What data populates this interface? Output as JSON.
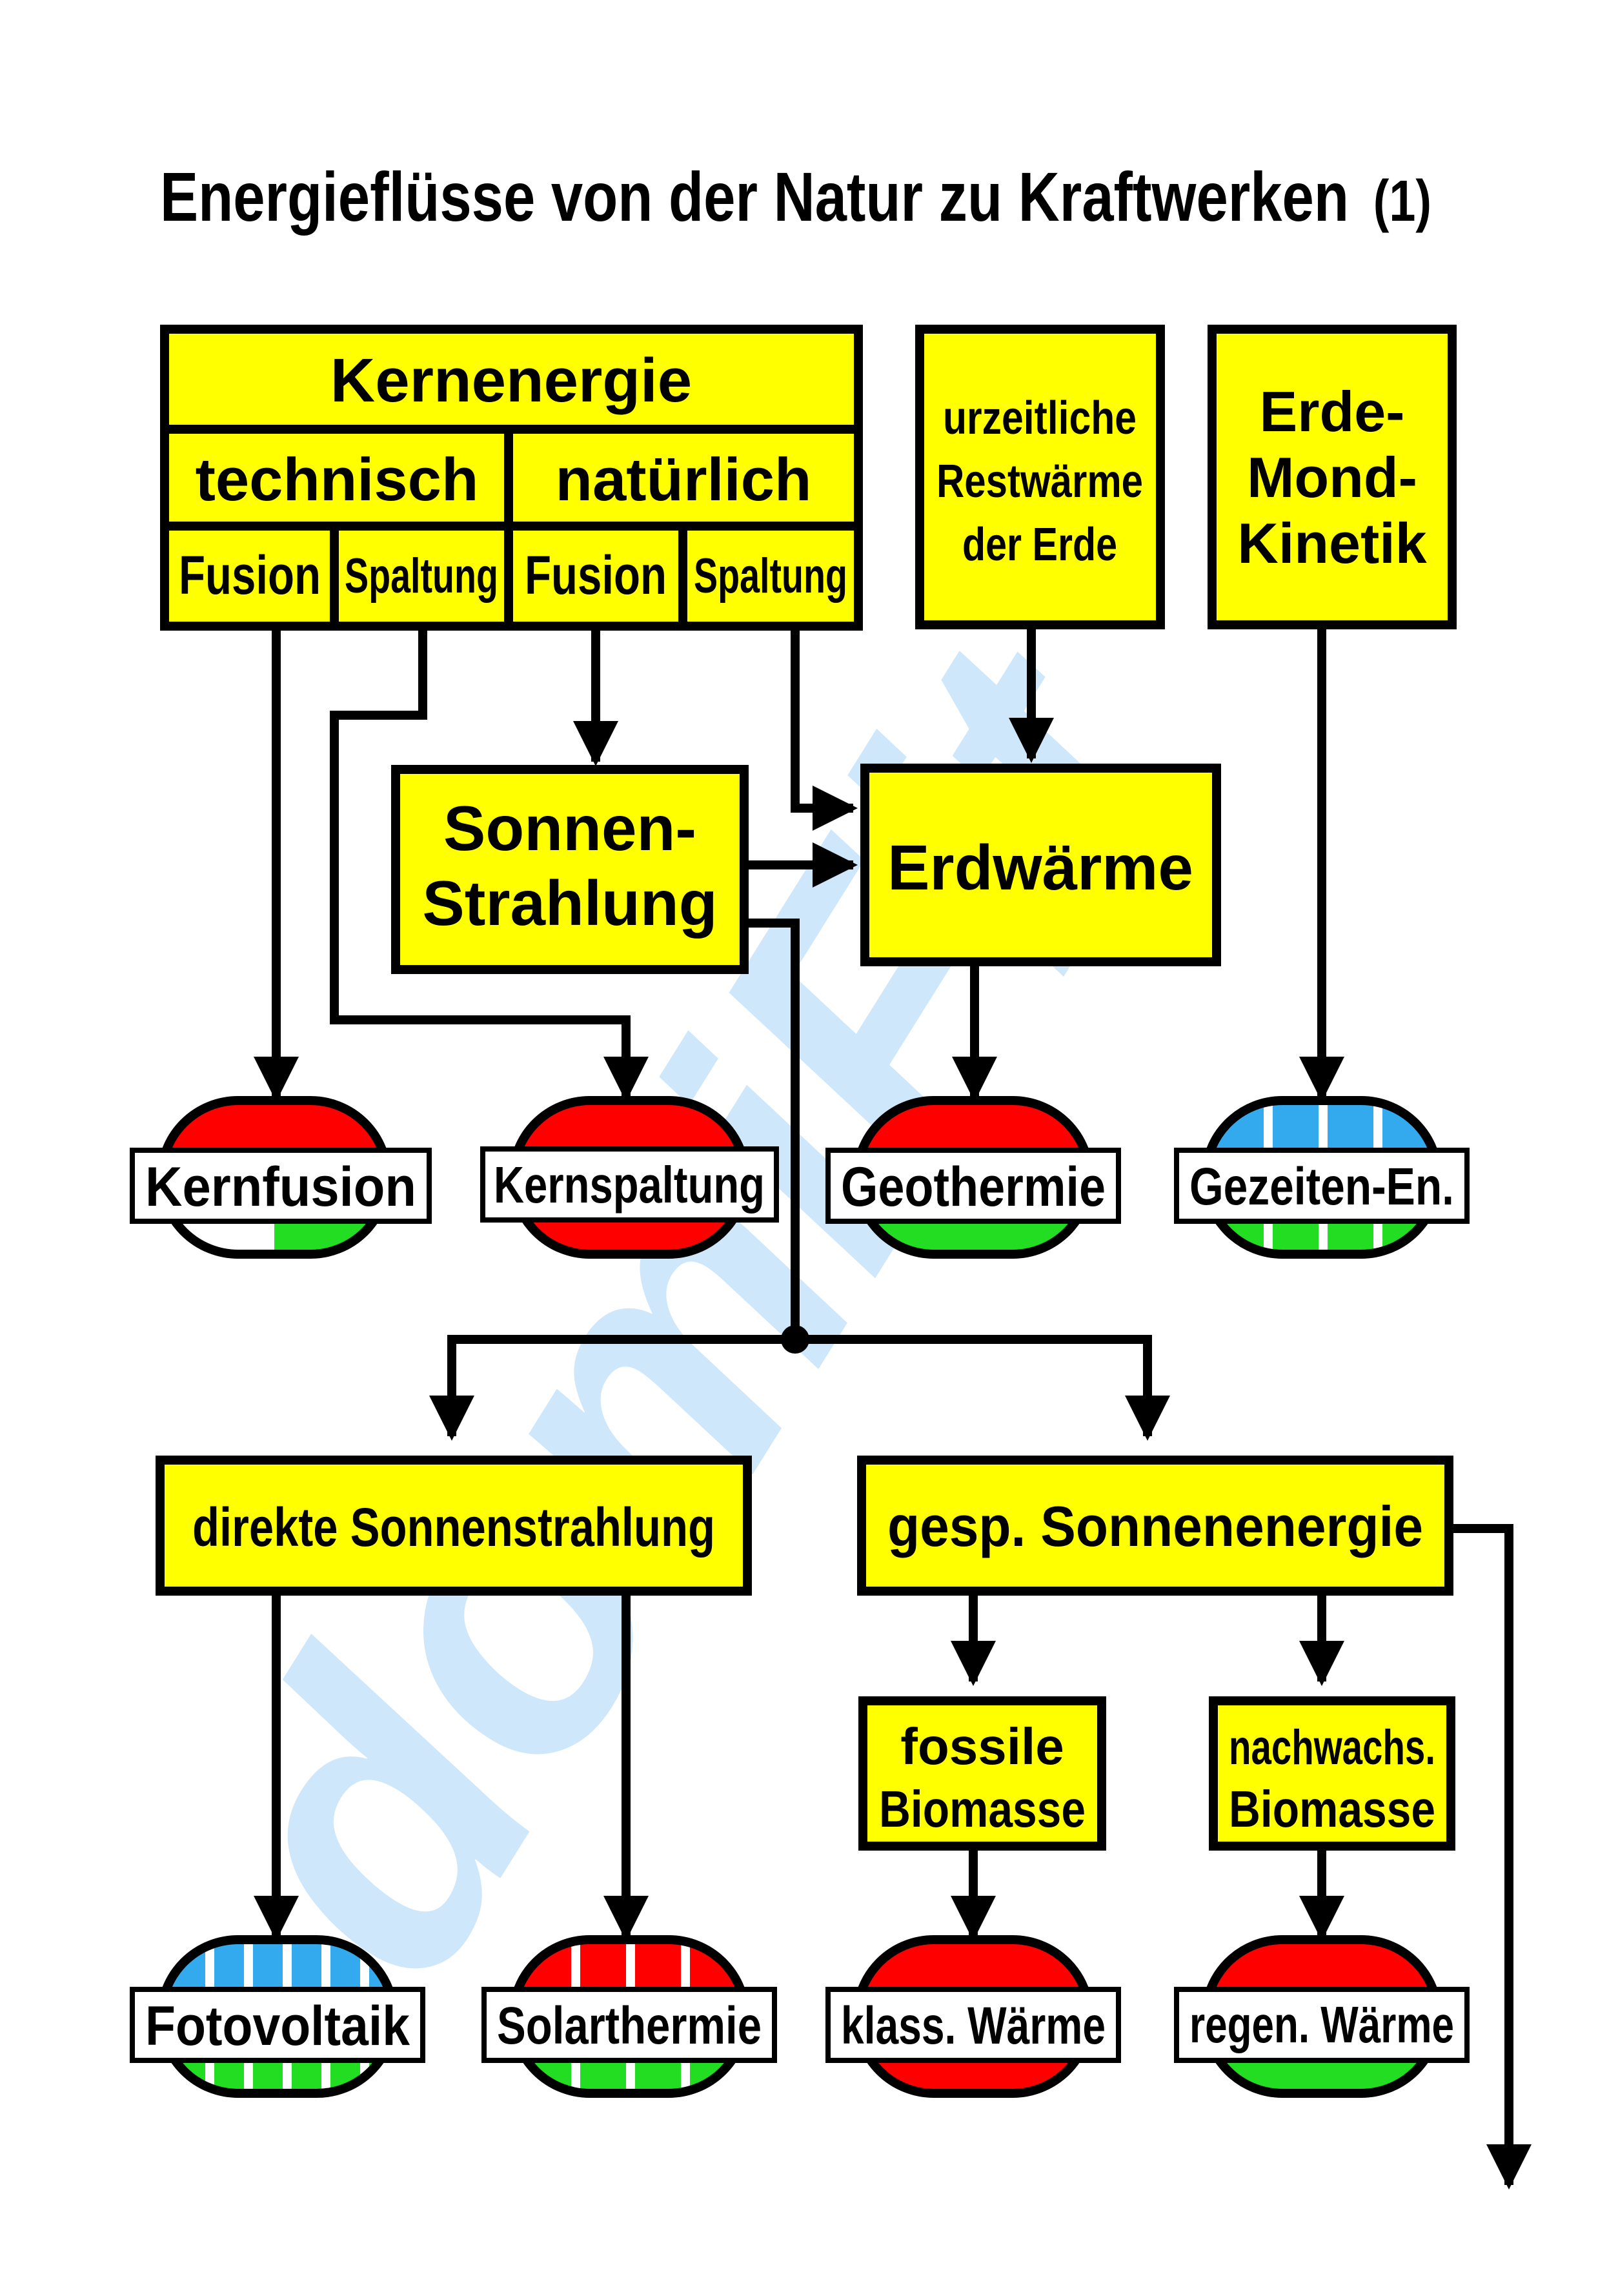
{
  "title": {
    "main": "Energieflüsse von der Natur zu Kraftwerken",
    "suffix": "(1)"
  },
  "watermark": "domiFit",
  "colors": {
    "box_fill": "#ffff00",
    "line": "#000000",
    "red": "#ff0000",
    "green": "#22dd22",
    "blue": "#33aaee",
    "white": "#ffffff",
    "watermark": "#cfe7fb"
  },
  "kernenergie": {
    "title": "Kernenergie",
    "technisch": "technisch",
    "natuerlich": "natürlich",
    "fusion_1": "Fusion",
    "spaltung_1": "Spaltung",
    "fusion_2": "Fusion",
    "spaltung_2": "Spaltung"
  },
  "restwaerme": {
    "line1": "urzeitliche",
    "line2": "Restwärme",
    "line3": "der Erde"
  },
  "kinetik": {
    "line1": "Erde-",
    "line2": "Mond-",
    "line3": "Kinetik"
  },
  "sonnenstrahlung": {
    "line1": "Sonnen-",
    "line2": "Strahlung"
  },
  "erdwaerme": "Erdwärme",
  "direkte": "direkte Sonnenstrahlung",
  "gespeichert": "gesp. Sonnenenergie",
  "fossile": {
    "line1": "fossile",
    "line2": "Biomasse"
  },
  "nachwachs": {
    "line1": "nachwachs.",
    "line2": "Biomasse"
  },
  "plants": {
    "kernfusion": "Kernfusion",
    "kernspaltung": "Kernspaltung",
    "geothermie": "Geothermie",
    "gezeiten": "Gezeiten-En.",
    "fotovoltaik": "Fotovoltaik",
    "solarthermie": "Solarthermie",
    "klass": "klass. Wärme",
    "regen": "regen. Wärme"
  }
}
